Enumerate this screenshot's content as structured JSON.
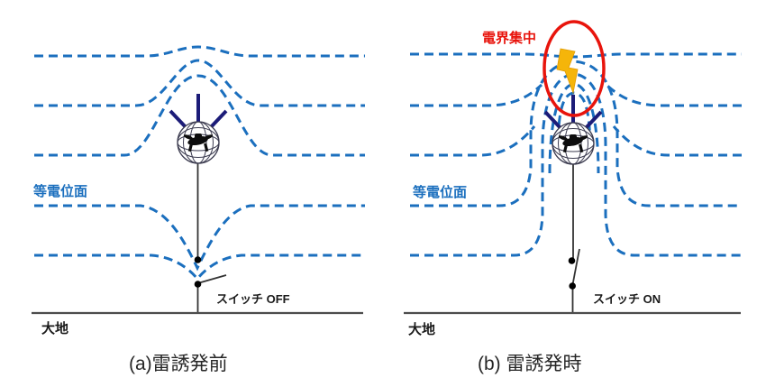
{
  "figure": {
    "left": {
      "equipotential_label": "等電位面",
      "switch_label": "スイッチ OFF",
      "ground_label": "大地",
      "caption": "(a)雷誘発前"
    },
    "right": {
      "field_label": "電界集中",
      "equipotential_label": "等電位面",
      "switch_label": "スイッチ ON",
      "ground_label": "大地",
      "caption": "(b) 雷誘発時"
    },
    "colors": {
      "equipotential_blue": "#1b6fbe",
      "antenna_navy": "#1c1c78",
      "field_red": "#e8140c",
      "bolt_yellow": "#f5b50a",
      "wire_dark": "#333333",
      "ground_gray": "#4c4c4c",
      "text_black": "#1a1a1a"
    }
  }
}
